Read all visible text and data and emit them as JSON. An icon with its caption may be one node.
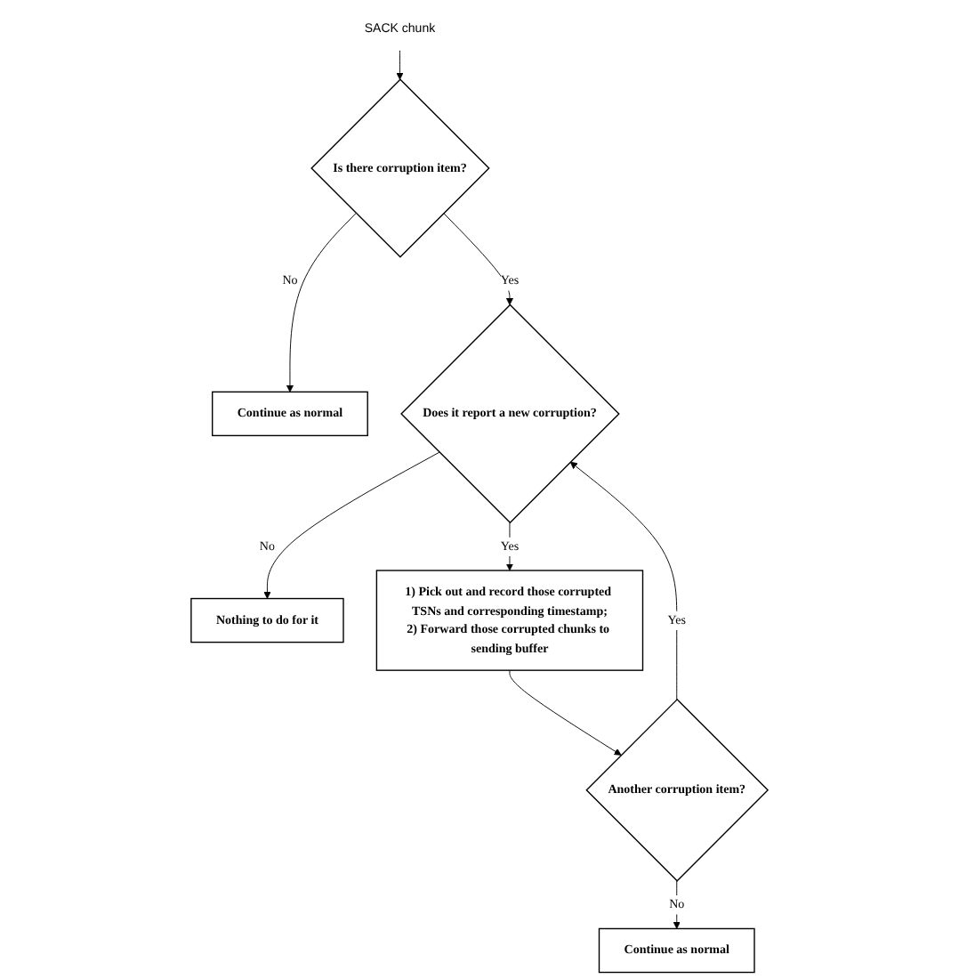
{
  "diagram": {
    "nodes": [
      {
        "text": [
          "SACK chunk"
        ]
      },
      {
        "text": [
          "Is there corruption item?"
        ]
      },
      {
        "text": [
          "Continue as normal"
        ]
      },
      {
        "text": [
          "Does it report a new corruption?"
        ]
      },
      {
        "text": [
          "Nothing to do for it"
        ]
      },
      {
        "text": [
          "1) Pick out and record those corrupted TSNs and corresponding timestamp;",
          "2) Forward those corrupted chunks to sending buffer"
        ]
      },
      {
        "text": [
          "Another corruption item?"
        ]
      },
      {
        "text": [
          "Continue as normal"
        ]
      }
    ],
    "edges": [
      {
        "from": 0,
        "to": 1,
        "arrow": "to"
      },
      {
        "from": 1,
        "to": 2,
        "arrow": "to",
        "label": "No"
      },
      {
        "from": 1,
        "to": 3,
        "arrow": "to",
        "label": "Yes"
      },
      {
        "from": 3,
        "to": 4,
        "arrow": "to",
        "label": "No"
      },
      {
        "from": 3,
        "to": 5,
        "arrow": "to",
        "label": "Yes"
      },
      {
        "from": 5,
        "to": 6,
        "arrow": "to"
      },
      {
        "from": 6,
        "to": 3,
        "arrow": "to",
        "label": "Yes"
      },
      {
        "from": 6,
        "to": 7,
        "arrow": "to",
        "label": "No"
      }
    ]
  }
}
